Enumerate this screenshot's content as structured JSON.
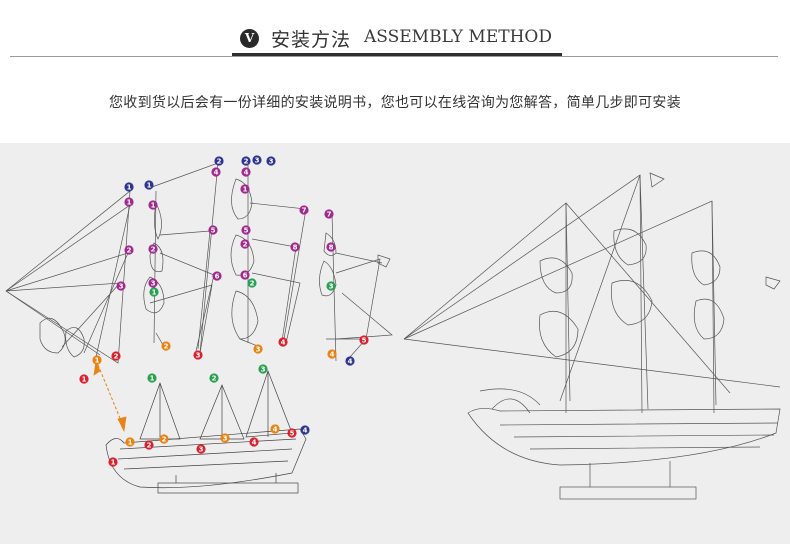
{
  "header": {
    "badge": "V",
    "title_cn": "安装方法",
    "title_en": "ASSEMBLY METHOD"
  },
  "subtitle": "您收到货以后会有一份详细的安装说明书，您也可以在线咨询为您解答，简单几步即可安装",
  "colors": {
    "red": "#d8232f",
    "orange": "#e88314",
    "green": "#2aa152",
    "purple": "#a12a8f",
    "navy": "#2d3591",
    "panel": "#eeeeee"
  }
}
